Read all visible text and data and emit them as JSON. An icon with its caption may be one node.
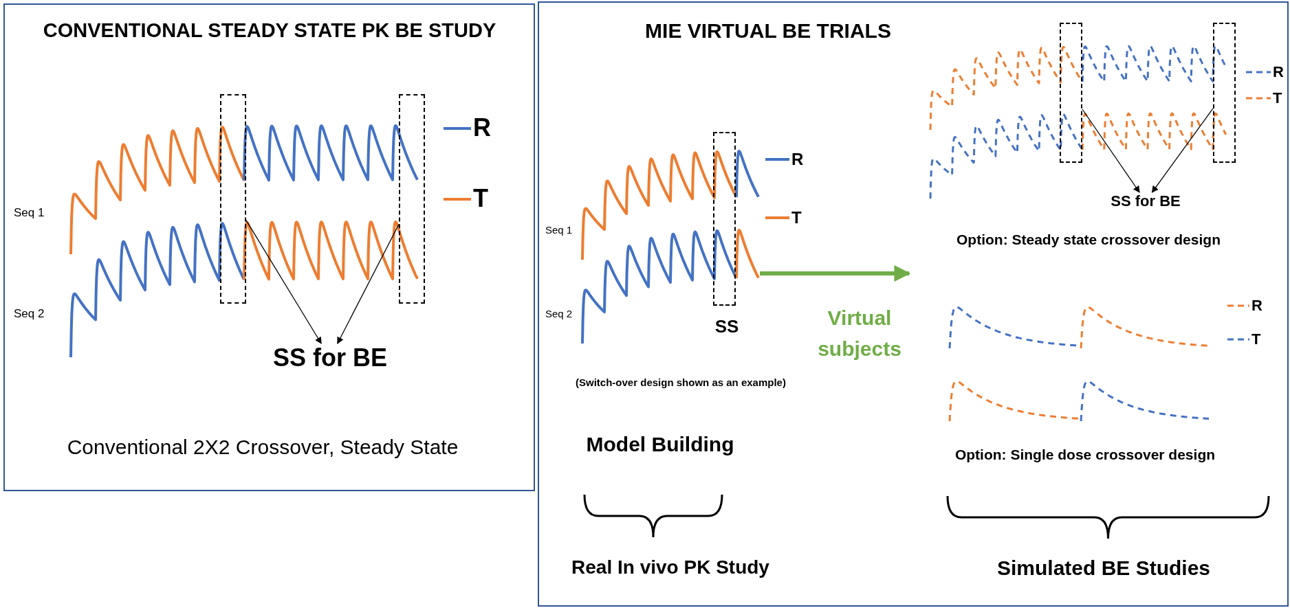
{
  "diagram": {
    "nodes": [
      {
        "text": [
          "CONVENTIONAL STEADY STATE PK BE STUDY",
          "Conventional 2X2 Crossover, Steady State"
        ]
      },
      {
        "text": [],
        "shape": "box",
        "in": 0
      },
      {
        "text": [],
        "shape": "box",
        "in": 0
      },
      {
        "text": [
          "SS for BE"
        ],
        "in": 0
      },
      {
        "text": [
          "MIE VIRTUAL BE TRIALS"
        ]
      },
      {
        "text": [],
        "shape": "picture",
        "in": 4
      },
      {
        "text": [],
        "shape": "box",
        "in": 5,
        "beside": [
          "SS"
        ]
      },
      {
        "text": [],
        "shape": "box",
        "in": 4
      },
      {
        "text": [],
        "shape": "box",
        "in": 4
      },
      {
        "text": [
          "SS for BE"
        ],
        "in": 4
      }
    ],
    "edges": [
      {
        "from": 1,
        "to": 3,
        "arrow": "to"
      },
      {
        "from": 2,
        "to": 3,
        "arrow": "to"
      },
      {
        "from": 7,
        "to": 9,
        "arrow": "to"
      },
      {
        "from": 8,
        "to": 9,
        "arrow": "to"
      },
      {
        "from": 5,
        "to": null,
        "arrow": "to",
        "label": "Virtual subjects",
        "style": "thick",
        "color": "#70ad47"
      }
    ],
    "labels": [
      "Seq 1",
      "Seq 2",
      "Seq 1",
      "Seq 2",
      "(Switch-over design shown as an example)",
      "Model Building",
      "Real In vivo PK Study",
      "Option: Steady state crossover design",
      "Option: Single dose crossover design",
      "Simulated BE Studies"
    ],
    "legend": [
      {
        "text": "R"
      },
      {
        "text": "T"
      },
      {
        "text": "R"
      },
      {
        "text": "T"
      },
      {
        "text": "R"
      },
      {
        "text": "T"
      },
      {
        "text": "R"
      },
      {
        "text": "T"
      }
    ]
  }
}
